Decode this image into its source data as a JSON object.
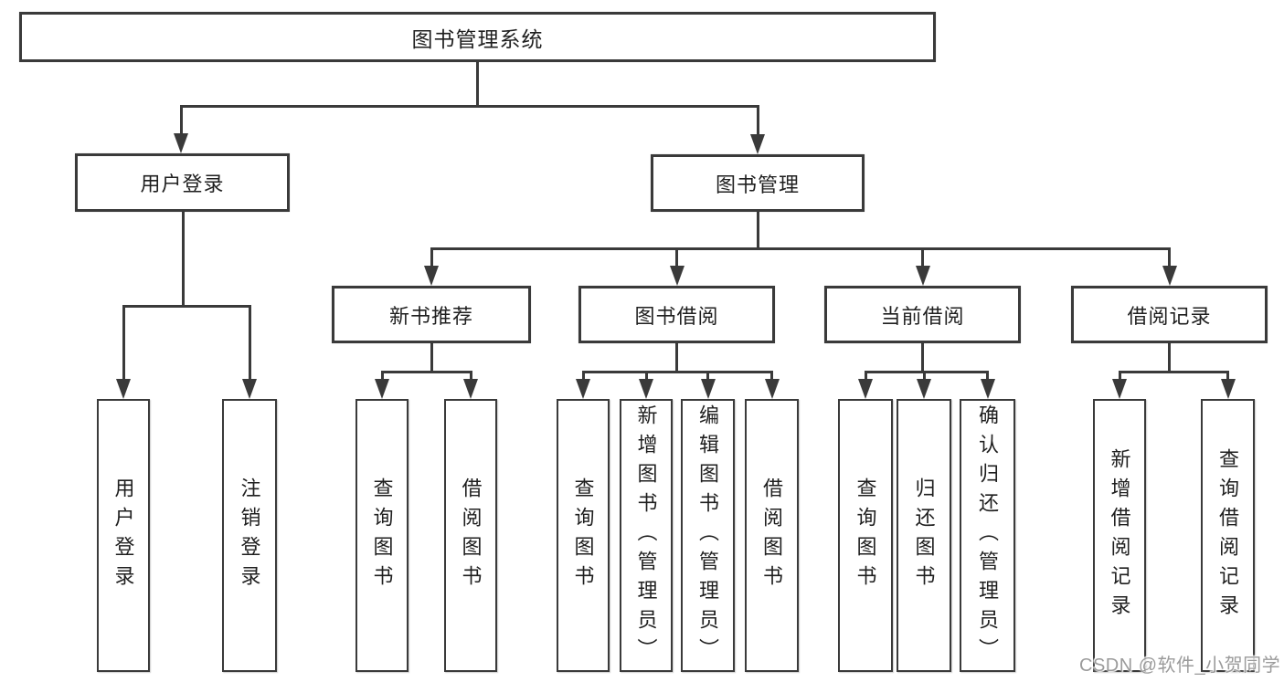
{
  "diagram": {
    "title_note": "functional structure tree of a library management system",
    "root": {
      "label": "图书管理系统"
    },
    "level2": [
      {
        "label": "用户登录"
      },
      {
        "label": "图书管理"
      }
    ],
    "level3": [
      {
        "label": "新书推荐"
      },
      {
        "label": "图书借阅"
      },
      {
        "label": "当前借阅"
      },
      {
        "label": "借阅记录"
      }
    ],
    "leaf_groups": {
      "user_login": [
        {
          "label": "用户登录"
        },
        {
          "label": "注销登录"
        }
      ],
      "new_book_recommend": [
        {
          "label": "查询图书"
        },
        {
          "label": "借阅图书"
        }
      ],
      "book_borrow": [
        {
          "label": "查询图书"
        },
        {
          "label": "新增图书（管理员）"
        },
        {
          "label": "编辑图书（管理员）"
        },
        {
          "label": "借阅图书"
        }
      ],
      "current_borrow": [
        {
          "label": "查询图书"
        },
        {
          "label": "归还图书"
        },
        {
          "label": "确认归还（管理员）"
        }
      ],
      "borrow_records": [
        {
          "label": "新增借阅记录"
        },
        {
          "label": "查询借阅记录"
        }
      ]
    },
    "watermark": "CSDN @软件_小贺同学",
    "colors": {
      "line": "#3a3a3a",
      "text": "#1f1f1f",
      "watermark": "#9b9b9b",
      "background": "#ffffff"
    }
  }
}
